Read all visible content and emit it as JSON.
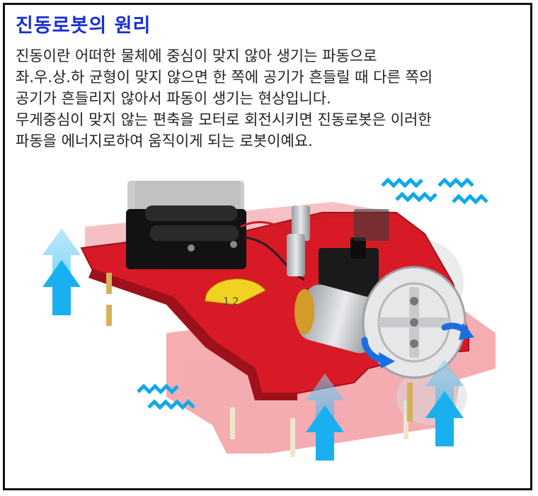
{
  "title": "진동로봇의 원리",
  "description": {
    "lines": [
      "진동이란 어떠한 물체에 중심이 맞지 않아 생기는 파동으로",
      "좌.우.상.하 균형이 맞지 않으면 한 쪽에 공기가 흔들릴 때 다른 쪽의",
      "공기가 흔들리지 않아서  파동이 생기는 현상입니다.",
      "무게중심이 맞지 않는 편축을 모터로 회전시키면 진동로봇은 이러한",
      "파동을 에너지로하여 움직이게 되는 로봇이예요."
    ]
  },
  "illustration": {
    "colors": {
      "board": "#e0202c",
      "board_ghost": "#f2a0a6",
      "arrow_up": "#1ab0f0",
      "arrow_rotate": "#1a6fe0",
      "wave": "#12a8e8"
    },
    "icons": [
      "vibration-robot",
      "battery-holder",
      "motor",
      "wheel",
      "up-arrow",
      "rotation-arrow",
      "vibration-wave"
    ]
  }
}
